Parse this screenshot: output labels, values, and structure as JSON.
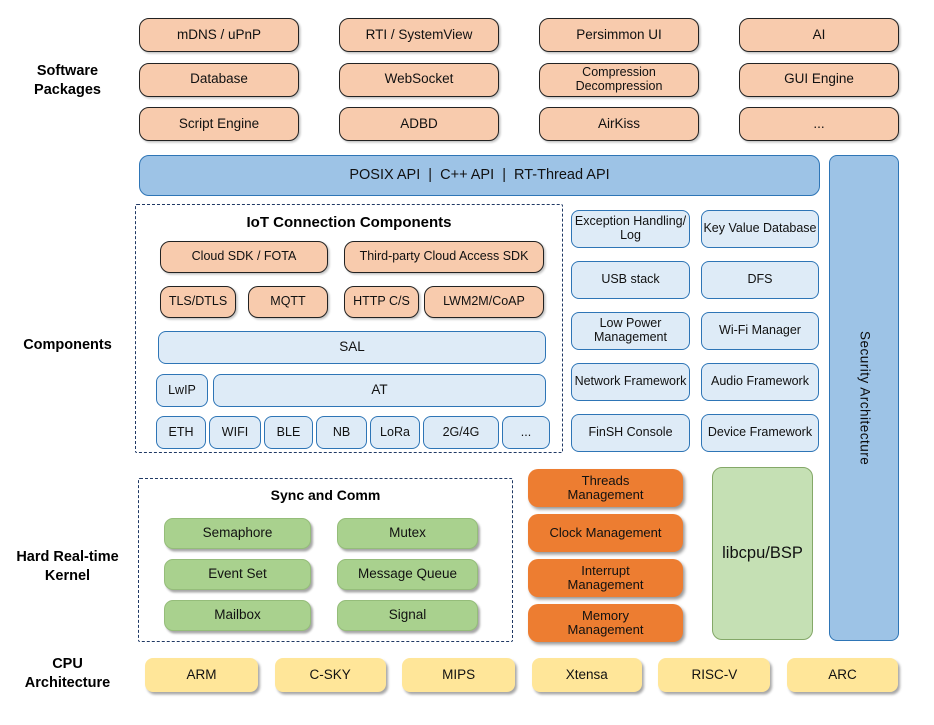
{
  "colors": {
    "orange_light": "#F8CBAD",
    "orange_dark": "#ED7D31",
    "blue_mid": "#9DC3E6",
    "blue_light": "#DEEBF7",
    "blue_border": "#2E75B6",
    "green": "#A9D18E",
    "green_light": "#C5E0B4",
    "yellow": "#FFE699",
    "dash_border": "#1F3864"
  },
  "side_labels": {
    "software_packages": "Software Packages",
    "components": "Components",
    "kernel": "Hard Real-time Kernel",
    "cpu": "CPU Architecture"
  },
  "software_packages": {
    "items": [
      "mDNS / uPnP",
      "RTI / SystemView",
      "Persimmon UI",
      "AI",
      "Database",
      "WebSocket",
      "Compression Decompression",
      "GUI Engine",
      "Script Engine",
      "ADBD",
      "AirKiss",
      "..."
    ]
  },
  "api_bar": {
    "label": "POSIX API  |  C++ API  |  RT-Thread API"
  },
  "security": {
    "label": "Security Architecture"
  },
  "iot": {
    "title": "IoT Connection Components",
    "row1": [
      "Cloud SDK / FOTA",
      "Third-party Cloud Access SDK"
    ],
    "row2": [
      "TLS/DTLS",
      "MQTT",
      "HTTP C/S",
      "LWM2M/CoAP"
    ],
    "sal": "SAL",
    "lwip": "LwIP",
    "at": "AT",
    "links": [
      "ETH",
      "WIFI",
      "BLE",
      "NB",
      "LoRa",
      "2G/4G",
      "..."
    ]
  },
  "component_grid": {
    "items": [
      "Exception Handling/ Log",
      "Key Value Database",
      "USB stack",
      "DFS",
      "Low Power Management",
      "Wi-Fi Manager",
      "Network Framework",
      "Audio Framework",
      "FinSH Console",
      "Device Framework"
    ]
  },
  "kernel": {
    "sync_title": "Sync and Comm",
    "sync_items": [
      "Semaphore",
      "Mutex",
      "Event Set",
      "Message Queue",
      "Mailbox",
      "Signal"
    ],
    "mgmt_items": [
      "Threads Management",
      "Clock Management",
      "Interrupt Management",
      "Memory Management"
    ],
    "libcpu": "libcpu/BSP"
  },
  "cpu": {
    "items": [
      "ARM",
      "C-SKY",
      "MIPS",
      "Xtensa",
      "RISC-V",
      "ARC"
    ]
  }
}
